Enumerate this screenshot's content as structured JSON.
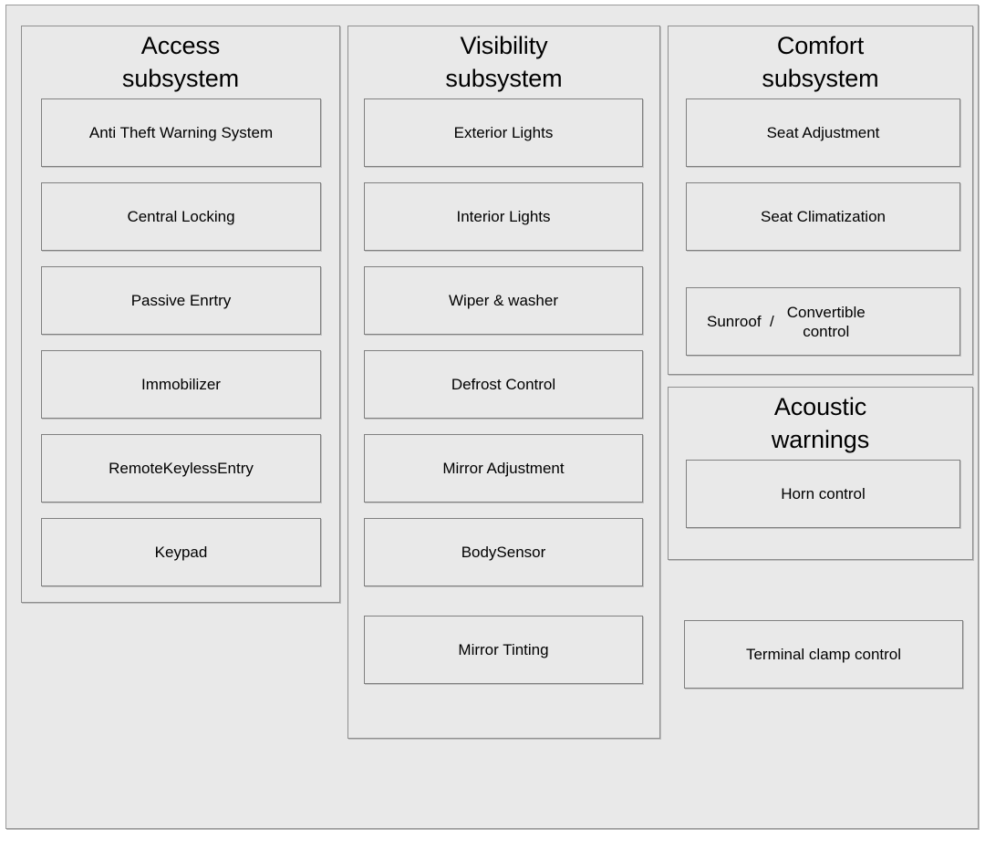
{
  "diagram": {
    "background_color": "#e9e9e9",
    "border_color": "#8f8f8f",
    "text_color": "#000000",
    "groups": [
      {
        "id": "access",
        "title": "Access\nsubsystem",
        "nodes": [
          {
            "label": "Anti Theft Warning System"
          },
          {
            "label": "Central Locking"
          },
          {
            "label": "Passive Enrtry"
          },
          {
            "label": "Immobilizer"
          },
          {
            "label": "RemoteKeylessEntry"
          },
          {
            "label": "Keypad"
          }
        ]
      },
      {
        "id": "visibility",
        "title": "Visibility\nsubsystem",
        "nodes": [
          {
            "label": "Exterior Lights"
          },
          {
            "label": "Interior Lights"
          },
          {
            "label": "Wiper &  washer"
          },
          {
            "label": "Defrost Control"
          },
          {
            "label": "Mirror Adjustment"
          },
          {
            "label": "BodySensor"
          },
          {
            "label": "Mirror Tinting"
          }
        ]
      },
      {
        "id": "comfort",
        "title": "Comfort\nsubsystem",
        "nodes": [
          {
            "label": "Seat Adjustment"
          },
          {
            "label": "Seat Climatization"
          },
          {
            "label": "Sunroof  /",
            "label_secondary": "Convertible\ncontrol"
          }
        ]
      },
      {
        "id": "acoustic",
        "title": "Acoustic\nwarnings",
        "nodes": [
          {
            "label": "Horn control"
          }
        ]
      }
    ],
    "standalone_nodes": [
      {
        "id": "terminal-clamp-control",
        "label": "Terminal clamp control"
      }
    ]
  }
}
